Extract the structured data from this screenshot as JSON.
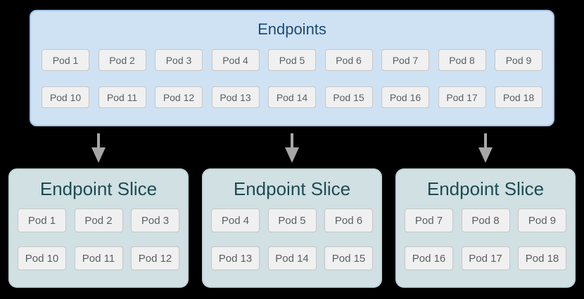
{
  "colors": {
    "background": "#000000",
    "endpoints_fill": "#cfe2f3",
    "endpoints_border": "#a7c6e8",
    "endpoints_title_color": "#1d4b77",
    "slice_fill": "#d0e0e3",
    "slice_border": "#c2d5d8",
    "slice_title_color": "#1f4b53",
    "pod_fill": "#f0f0f0",
    "pod_border": "#c6c6c6",
    "pod_text": "#5a5f63",
    "arrow": "#a6a6a6"
  },
  "endpoints": {
    "title": "Endpoints",
    "rows": [
      [
        "Pod 1",
        "Pod 2",
        "Pod 3",
        "Pod 4",
        "Pod 5",
        "Pod 6",
        "Pod 7",
        "Pod 8",
        "Pod 9"
      ],
      [
        "Pod 10",
        "Pod 11",
        "Pod 12",
        "Pod 13",
        "Pod 14",
        "Pod 15",
        "Pod 16",
        "Pod 17",
        "Pod 18"
      ]
    ]
  },
  "slices": [
    {
      "title": "Endpoint Slice",
      "rows": [
        [
          "Pod 1",
          "Pod 2",
          "Pod 3"
        ],
        [
          "Pod 10",
          "Pod 11",
          "Pod 12"
        ]
      ]
    },
    {
      "title": "Endpoint Slice",
      "rows": [
        [
          "Pod 4",
          "Pod 5",
          "Pod 6"
        ],
        [
          "Pod 13",
          "Pod 14",
          "Pod 15"
        ]
      ]
    },
    {
      "title": "Endpoint Slice",
      "rows": [
        [
          "Pod 7",
          "Pod 8",
          "Pod 9"
        ],
        [
          "Pod 16",
          "Pod 17",
          "Pod 18"
        ]
      ]
    }
  ]
}
